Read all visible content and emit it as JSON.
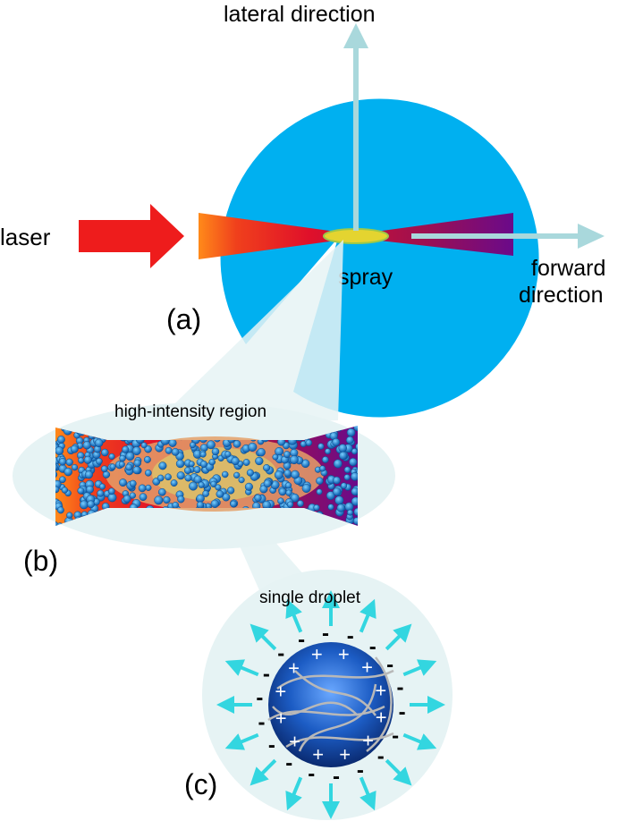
{
  "labels": {
    "lateral": "lateral direction",
    "laser": "laser",
    "forward_line1": "forward",
    "forward_line2": "direction",
    "spray": "spray",
    "panel_a": "(a)",
    "panel_b": "(b)",
    "panel_c": "(c)",
    "high_intensity": "high-intensity region",
    "single_droplet": "single droplet",
    "plus": "+",
    "minus": "-"
  },
  "colors": {
    "spray_disk": "#00b0f0",
    "arrow_axis": "#a9d8dc",
    "laser_arrow": "#ee1c1c",
    "beam_orange": "#ff8a1a",
    "beam_red": "#e0102a",
    "beam_purple": "#6a0a8a",
    "focal_spot": "#e4d430",
    "zoom_bg": "#e6f3f4",
    "droplet_blue": "#1c5cc4",
    "field_arrow": "#33d6e0"
  },
  "icons": {
    "laser": "right-arrow-icon",
    "axes": "axis-arrow-icon",
    "charge_pos": "plus-sign-icon",
    "charge_neg": "minus-sign-icon"
  }
}
